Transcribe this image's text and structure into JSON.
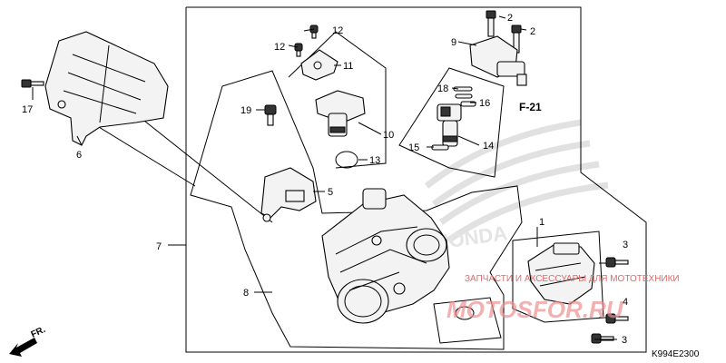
{
  "labels": {
    "p1": "1",
    "p2a": "2",
    "p2b": "2",
    "p3a": "3",
    "p3b": "3",
    "p4": "4",
    "p5": "5",
    "p6": "6",
    "p7": "7",
    "p8": "8",
    "p9": "9",
    "p10": "10",
    "p11": "11",
    "p12a": "12",
    "p12b": "12",
    "p13": "13",
    "p14": "14",
    "p15": "15",
    "p16": "16",
    "p17": "17",
    "p18": "18",
    "p19": "19"
  },
  "ref_label": "F-21",
  "diagram_code": "K994E2300",
  "direction_label": "FR.",
  "watermark": {
    "text": "ЗАПЧАСТИ И АКСЕССУАРЫ ДЛЯ МОТОТЕХНИКИ",
    "brand": "MOTOSFOR.RU",
    "logo_text": "HONDA"
  },
  "colors": {
    "line": "#000000",
    "watermark": "#e06a6a",
    "logo": "#d7d7d7"
  }
}
